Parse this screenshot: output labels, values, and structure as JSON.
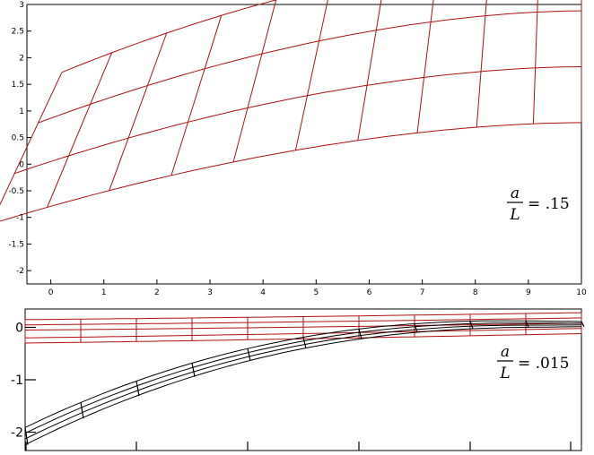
{
  "chart_data": [
    {
      "type": "mesh",
      "x_ticks": [
        "0",
        "1",
        "2",
        "3",
        "4",
        "5",
        "6",
        "7",
        "8",
        "9",
        "10"
      ],
      "y_ticks": [
        "3",
        "2.5",
        "2",
        "1.5",
        "1",
        "0.5",
        "0",
        "-0.5",
        "-1",
        "-1.5",
        "-2"
      ],
      "xlim": [
        -0.45,
        10
      ],
      "ylim": [
        -2.25,
        3
      ],
      "grid": false,
      "annotation": {
        "numerator": "a",
        "denominator": "L",
        "equals": "= .15"
      },
      "colors": {
        "mesh": "#b01010",
        "axes": "#000000"
      }
    },
    {
      "type": "mesh",
      "y_ticks": [
        "0",
        "-1",
        "-2"
      ],
      "ylim": [
        -2.35,
        0.35
      ],
      "grid": false,
      "annotation": {
        "numerator": "a",
        "denominator": "L",
        "equals": "= .015"
      },
      "colors": {
        "reference_mesh": "#b01010",
        "deformed_mesh": "#000000",
        "axes": "#000000"
      }
    }
  ]
}
